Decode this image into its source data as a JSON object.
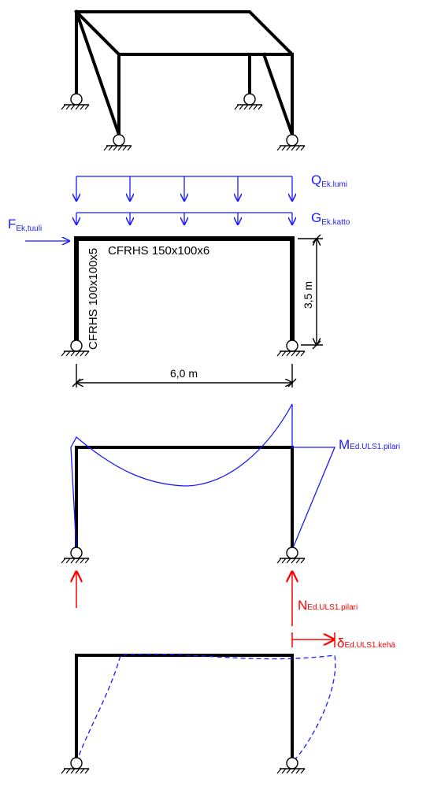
{
  "colors": {
    "frame": "#000000",
    "load": "#1a1aff",
    "result": "#ff0000"
  },
  "loads": {
    "snow": {
      "main": "Q",
      "sub": "Ek.lumi"
    },
    "roof": {
      "main": "G",
      "sub": "Ek.katto"
    },
    "wind": {
      "main": "F",
      "sub": "Ek,tuuli"
    }
  },
  "sections": {
    "beam": "CFRHS 150x100x6",
    "column": "CFRHS 100x100x5"
  },
  "dimensions": {
    "height": "3,5 m",
    "span": "6,0 m"
  },
  "results": {
    "moment": {
      "main": "M",
      "sub": "Ed.ULS1.pilari"
    },
    "axial": {
      "main": "N",
      "sub": "Ed.ULS1.pilari"
    },
    "sway": {
      "main": "δ",
      "sub": "Ed.ULS1.kehä"
    }
  }
}
